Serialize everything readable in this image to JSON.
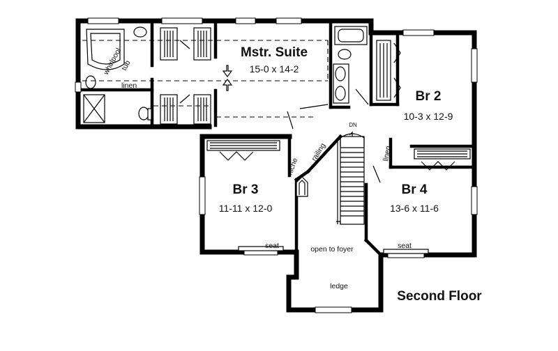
{
  "rooms": {
    "master_suite": {
      "name": "Mstr. Suite",
      "dims": "15-0 x 14-2"
    },
    "br2": {
      "name": "Br 2",
      "dims": "10-3 x 12-9"
    },
    "br3": {
      "name": "Br 3",
      "dims": "11-11 x 12-0"
    },
    "br4": {
      "name": "Br 4",
      "dims": "13-6 x 11-6"
    }
  },
  "labels": {
    "whirlpool": "whirlpool",
    "tub": "tub",
    "linen_master": "linen",
    "linen_br2": "linen",
    "niche": "niche",
    "railing": "railing",
    "dn": "DN",
    "open_to_foyer": "open to foyer",
    "ledge": "ledge",
    "seat_br3": "seat",
    "seat_br4": "seat"
  },
  "floor_title": "Second Floor"
}
